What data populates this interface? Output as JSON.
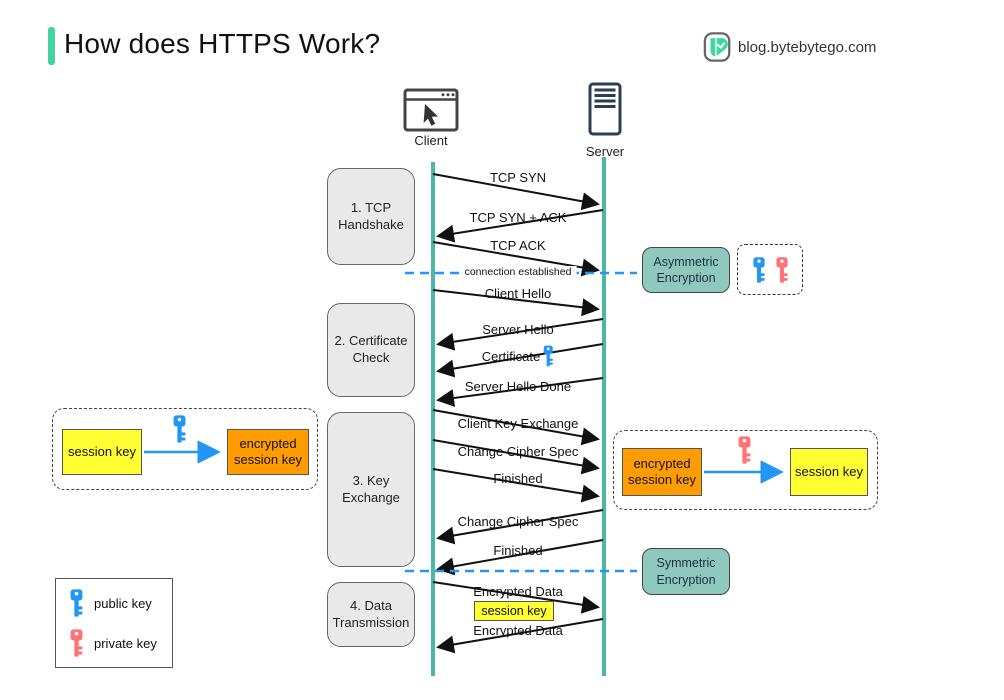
{
  "header": {
    "title": "How does HTTPS Work?",
    "site": "blog.bytebytego.com"
  },
  "actors": {
    "client": "Client",
    "server": "Server"
  },
  "phases": [
    "1. TCP Handshake",
    "2. Certificate Check",
    "3. Key Exchange",
    "4. Data Transmission"
  ],
  "messages": [
    {
      "label": "TCP SYN",
      "from": "client",
      "to": "server"
    },
    {
      "label": "TCP SYN + ACK",
      "from": "server",
      "to": "client"
    },
    {
      "label": "TCP ACK",
      "from": "client",
      "to": "server"
    },
    {
      "label": "Client Hello",
      "from": "client",
      "to": "server"
    },
    {
      "label": "Server Hello",
      "from": "server",
      "to": "client"
    },
    {
      "label": "Certificate",
      "from": "server",
      "to": "client",
      "icon": "public-key"
    },
    {
      "label": "Server Hello Done",
      "from": "server",
      "to": "client"
    },
    {
      "label": "Client Key Exchange",
      "from": "client",
      "to": "server"
    },
    {
      "label": "Change Cipher Spec",
      "from": "client",
      "to": "server"
    },
    {
      "label": "Finished",
      "from": "client",
      "to": "server"
    },
    {
      "label": "Change Cipher Spec",
      "from": "server",
      "to": "client"
    },
    {
      "label": "Finished",
      "from": "server",
      "to": "client"
    },
    {
      "label": "Encrypted Data",
      "from": "client",
      "to": "server"
    },
    {
      "label": "Encrypted Data",
      "from": "server",
      "to": "client"
    }
  ],
  "separators": {
    "connection_established": "connection established"
  },
  "annotations": {
    "asymmetric": "Asymmetric Encryption",
    "symmetric": "Symmetric Encryption",
    "session_key_chip": "session key",
    "encryption_flow_left": {
      "source": "session key",
      "key": "public key",
      "target": "encrypted session key"
    },
    "encryption_flow_right": {
      "source": "encrypted session key",
      "key": "private key",
      "target": "session key"
    }
  },
  "legend": {
    "items": [
      {
        "icon": "public-key-icon",
        "label": "public key",
        "color": "#2196f3"
      },
      {
        "icon": "private-key-icon",
        "label": "private key",
        "color": "#ff7276"
      }
    ]
  },
  "colors": {
    "accent_green": "#42d39e",
    "lifeline_teal": "#4db6a4",
    "encryption_note_teal": "#8fc9bd",
    "session_key_yellow": "#ffff33",
    "encrypted_key_orange": "#ff9d00",
    "public_key_blue": "#2196f3",
    "private_key_pink": "#ff7276",
    "separator_blue": "#2196f3"
  }
}
